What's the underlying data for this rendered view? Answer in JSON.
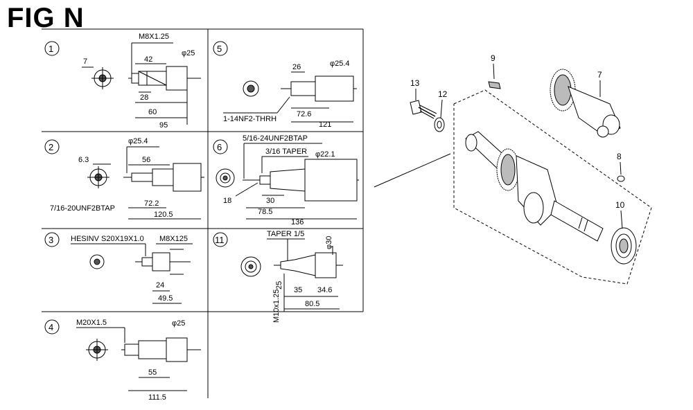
{
  "title": "FIG N",
  "variants": [
    {
      "id": "1",
      "labels": [
        "M8X1.25",
        "7",
        "42",
        "φ25",
        "28",
        "60",
        "95"
      ]
    },
    {
      "id": "2",
      "labels": [
        "φ25.4",
        "6.3",
        "56",
        "72.2",
        "120.5",
        "7/16-20UNF2BTAP"
      ]
    },
    {
      "id": "3",
      "labels": [
        "HESINV S20X19X1.0",
        "M8X125",
        "24",
        "49.5"
      ]
    },
    {
      "id": "4",
      "labels": [
        "M20X1.5",
        "φ25",
        "55",
        "111.5"
      ]
    },
    {
      "id": "5",
      "labels": [
        "26",
        "φ25.4",
        "72.6",
        "121",
        "1-14NF2-THRH"
      ]
    },
    {
      "id": "6",
      "labels": [
        "5/16-24UNF2BTAP",
        "3/16 TAPER",
        "φ22.1",
        "30",
        "78.5",
        "136",
        "18"
      ]
    },
    {
      "id": "11",
      "labels": [
        "TAPER 1/5",
        "φ30",
        "25",
        "35",
        "34.6",
        "80.5",
        "M10x1.25"
      ]
    }
  ],
  "parts": [
    "13",
    "12",
    "9",
    "7",
    "8",
    "10"
  ]
}
